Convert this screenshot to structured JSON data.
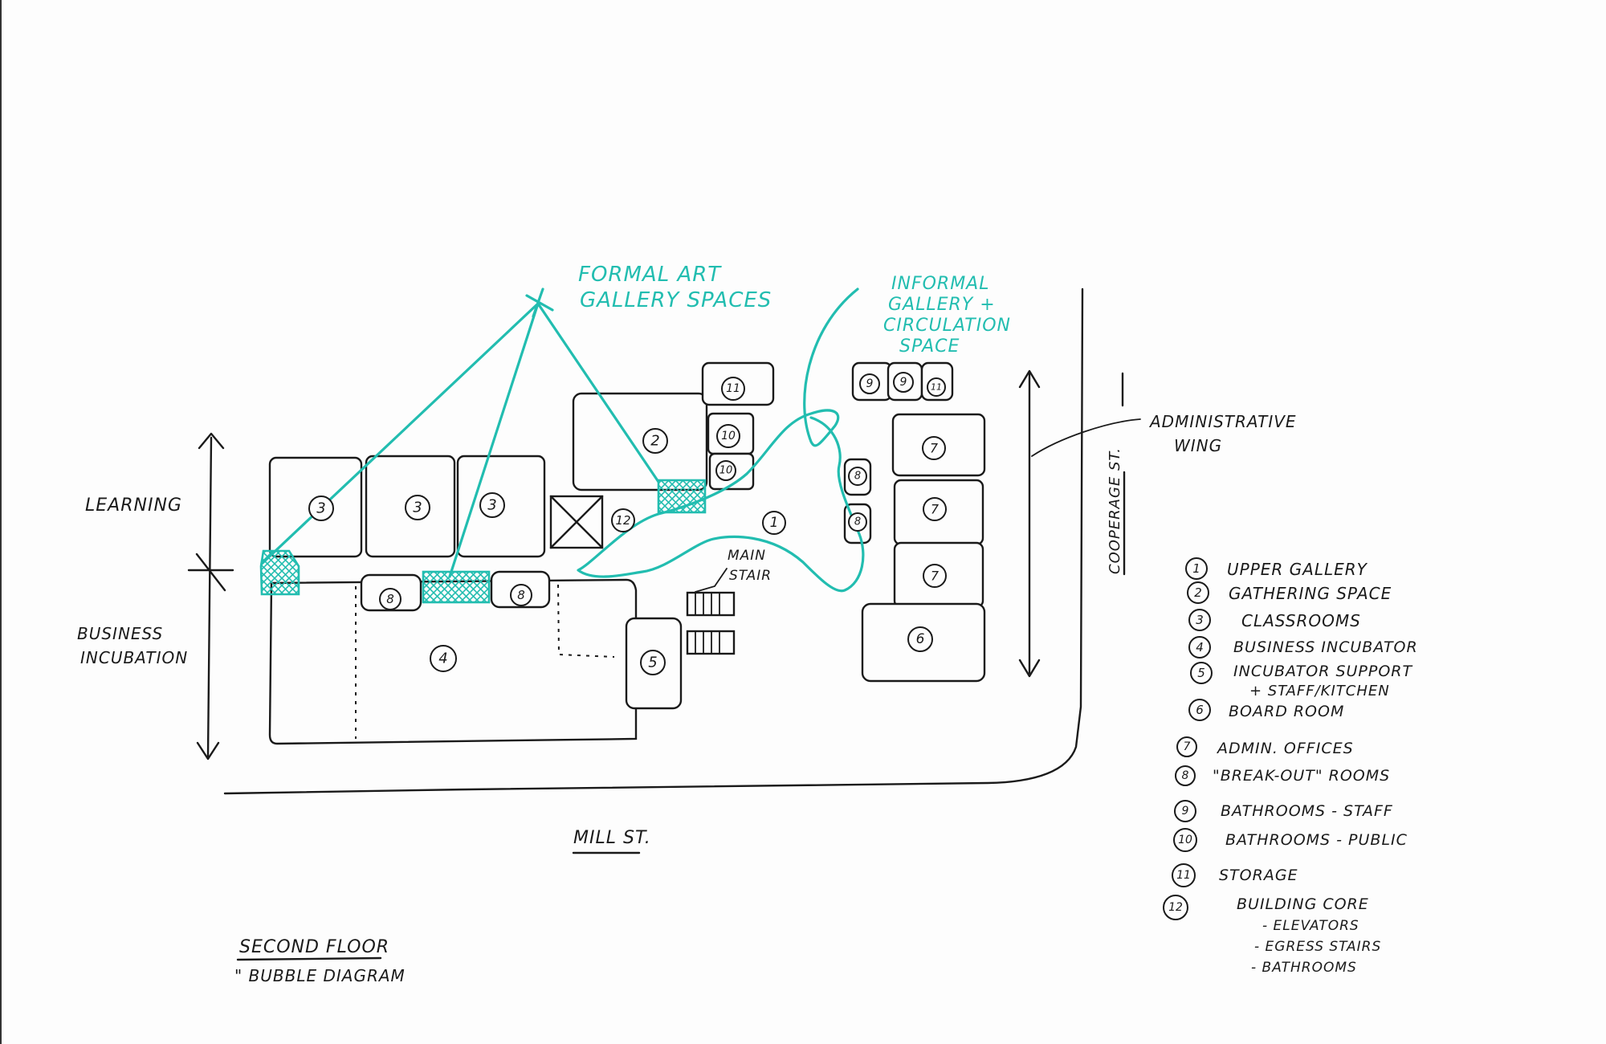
{
  "annotations": {
    "formal_gallery": [
      "FORMAL ART",
      "GALLERY SPACES"
    ],
    "informal_gallery": [
      "INFORMAL",
      "GALLERY +",
      "CIRCULATION",
      "SPACE"
    ],
    "administrative_wing": [
      "ADMINISTRATIVE",
      "WING"
    ],
    "learning": "LEARNING",
    "business_incubation": [
      "BUSINESS",
      "INCUBATION"
    ],
    "main_stair": [
      "MAIN",
      "STAIR"
    ],
    "mill_street": "MILL ST.",
    "cooperage_street": "COOPERAGE ST.",
    "title": [
      "SECOND FLOOR",
      "\" BUBBLE DIAGRAM"
    ]
  },
  "room_numbers": {
    "r1": "1",
    "r2": "2",
    "r3": "3",
    "r4": "4",
    "r5": "5",
    "r6": "6",
    "r7": "7",
    "r8": "8",
    "r9": "9",
    "r10": "10",
    "r11": "11",
    "r12": "12"
  },
  "legend": [
    {
      "num": "1",
      "label": "UPPER GALLERY"
    },
    {
      "num": "2",
      "label": "GATHERING SPACE"
    },
    {
      "num": "3",
      "label": "CLASSROOMS"
    },
    {
      "num": "4",
      "label": "BUSINESS INCUBATOR"
    },
    {
      "num": "5",
      "label": "INCUBATOR SUPPORT",
      "label2": "+ STAFF/KITCHEN"
    },
    {
      "num": "6",
      "label": "BOARD ROOM"
    },
    {
      "num": "7",
      "label": "ADMIN. OFFICES"
    },
    {
      "num": "8",
      "label": "\"BREAK-OUT\" ROOMS"
    },
    {
      "num": "9",
      "label": "BATHROOMS - STAFF"
    },
    {
      "num": "10",
      "label": "BATHROOMS - PUBLIC"
    },
    {
      "num": "11",
      "label": "STORAGE"
    },
    {
      "num": "12",
      "label": "BUILDING CORE",
      "subs": [
        "- ELEVATORS",
        "- EGRESS STAIRS",
        "- BATHROOMS"
      ]
    }
  ],
  "colors": {
    "ink": "#1a1a1a",
    "teal": "#22bdb0",
    "paper": "#fdfdfd"
  }
}
